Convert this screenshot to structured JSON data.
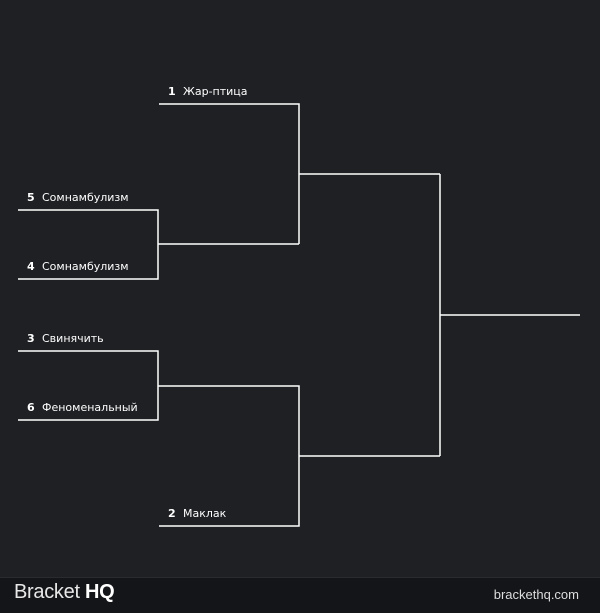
{
  "teams": [
    {
      "seed": "1",
      "name": "Жар-птица"
    },
    {
      "seed": "5",
      "name": "Сомнамбулизм"
    },
    {
      "seed": "4",
      "name": "Сомнамбулизм"
    },
    {
      "seed": "3",
      "name": "Свинячить"
    },
    {
      "seed": "6",
      "name": "Феноменальный"
    },
    {
      "seed": "2",
      "name": "Маклак"
    }
  ],
  "footer": {
    "brand_light": "Bracket ",
    "brand_bold": "HQ",
    "site": "brackethq.com"
  },
  "colors": {
    "background": "#1f2024",
    "footer": "#141519",
    "line": "#ffffff"
  }
}
